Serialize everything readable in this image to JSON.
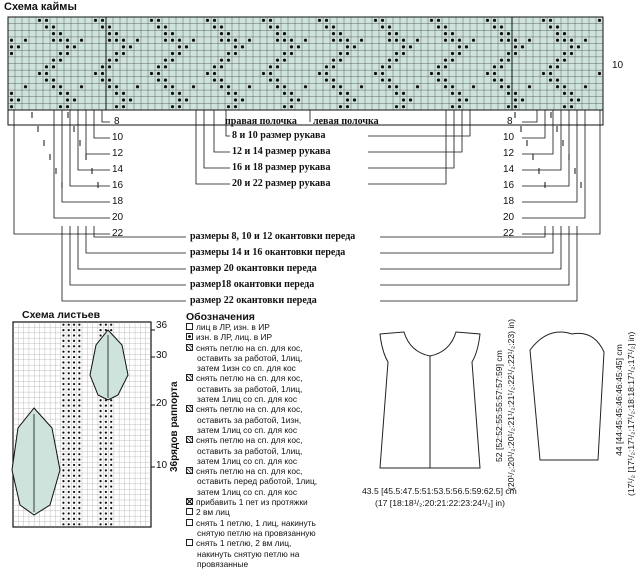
{
  "border_chart": {
    "title": "Схема каймы",
    "row_number": "10",
    "sizes_left": [
      "8",
      "10",
      "12",
      "14",
      "16",
      "18",
      "20",
      "22"
    ],
    "sizes_right": [
      "8",
      "10",
      "12",
      "14",
      "16",
      "18",
      "20",
      "22"
    ],
    "front_labels": {
      "right": "правая полочка",
      "left": "левая полочка"
    },
    "sleeve_labels": [
      "8 и 10 размер рукава",
      "12 и 14 размер рукава",
      "16 и 18 размер рукава",
      "20 и 22 размер рукава"
    ],
    "edging_labels": [
      "размеры 8, 10 и 12 окантовки переда",
      "размеры 14 и 16 окантовки переда",
      "размер 20 окантовки переда",
      "размер18 окантовки переда",
      "размер 22 окантовки переда"
    ]
  },
  "leaf_chart": {
    "title": "Схема листьев",
    "row_numbers": [
      "36",
      "30",
      "20",
      "10"
    ],
    "repeat_label": "36рядов раппорта"
  },
  "legend": {
    "title": "Обозначения",
    "items": [
      {
        "icon": "plain-square-icon",
        "lines": [
          "лиц в ЛР, изн. в ИР"
        ]
      },
      {
        "icon": "dotted-square-icon",
        "lines": [
          "изн. в ЛР, лиц. в ИР"
        ]
      },
      {
        "icon": "hatched-square-icon",
        "lines": [
          "снять петлю на сп. для кос,",
          "оставить за работой, 1лиц,",
          "затем 1изн со сп. для кос"
        ]
      },
      {
        "icon": "hatched-square-icon",
        "lines": [
          "снять петлю на сп. для кос,",
          "оставить за работой, 1лиц,",
          "затем 1лиц со сп. для кос"
        ]
      },
      {
        "icon": "hatched-square-icon",
        "lines": [
          "снять петлю на сп. для кос,",
          "оставить за работой, 1изн,",
          "затем 1лиц со сп. для кос"
        ]
      },
      {
        "icon": "hatched-square-icon",
        "lines": [
          "снять петлю на сп. для кос,",
          "оставить за работой, 1лиц,",
          "затем 1лиц со сп. для кос"
        ]
      },
      {
        "icon": "hatched-square-icon",
        "lines": [
          "снять петлю на сп. для кос,",
          "оставить перед работой, 1лиц,",
          "затем 1лиц со сп. для кос"
        ]
      },
      {
        "icon": "cross-square-icon",
        "lines": [
          "прибавить 1 пет из протяжки"
        ]
      },
      {
        "icon": "plain-square-icon",
        "lines": [
          "2 вм лиц"
        ]
      },
      {
        "icon": "plain-square-icon",
        "lines": [
          "снять 1 петлю, 1 лиц, накинуть",
          "снятую петлю на провязанную"
        ]
      },
      {
        "icon": "plain-square-icon",
        "lines": [
          "снять 1 петлю, 2 вм лиц,",
          "накинуть снятую петлю на",
          "провязанные"
        ]
      }
    ]
  },
  "schematics": {
    "body_height": "52 [52:52:55:55:57:57:59] cm",
    "body_height_in": "(20¹/₂:20¹/₂:20¹/₂:21¹/₂:21¹/₂:22¹/₂:22¹/₂:23) in)",
    "body_width": "43.5 [45.5:47.5:51:53.5:56.5:59:62.5] cm",
    "body_width_in": "(17 [18:18¹/₂:20:21:22:23:24¹/₂] in)",
    "sleeve_length": "44 [44:45:45:46:46:45:45] cm",
    "sleeve_length_in": "(17¹/₂ [17¹/₂:17¹/₂:17¹/₂:18:18:17¹/₂:17¹/₂] in)"
  },
  "colors": {
    "chart_fill": "#cfe3dd",
    "grid": "#222222",
    "paper": "#ffffff"
  }
}
